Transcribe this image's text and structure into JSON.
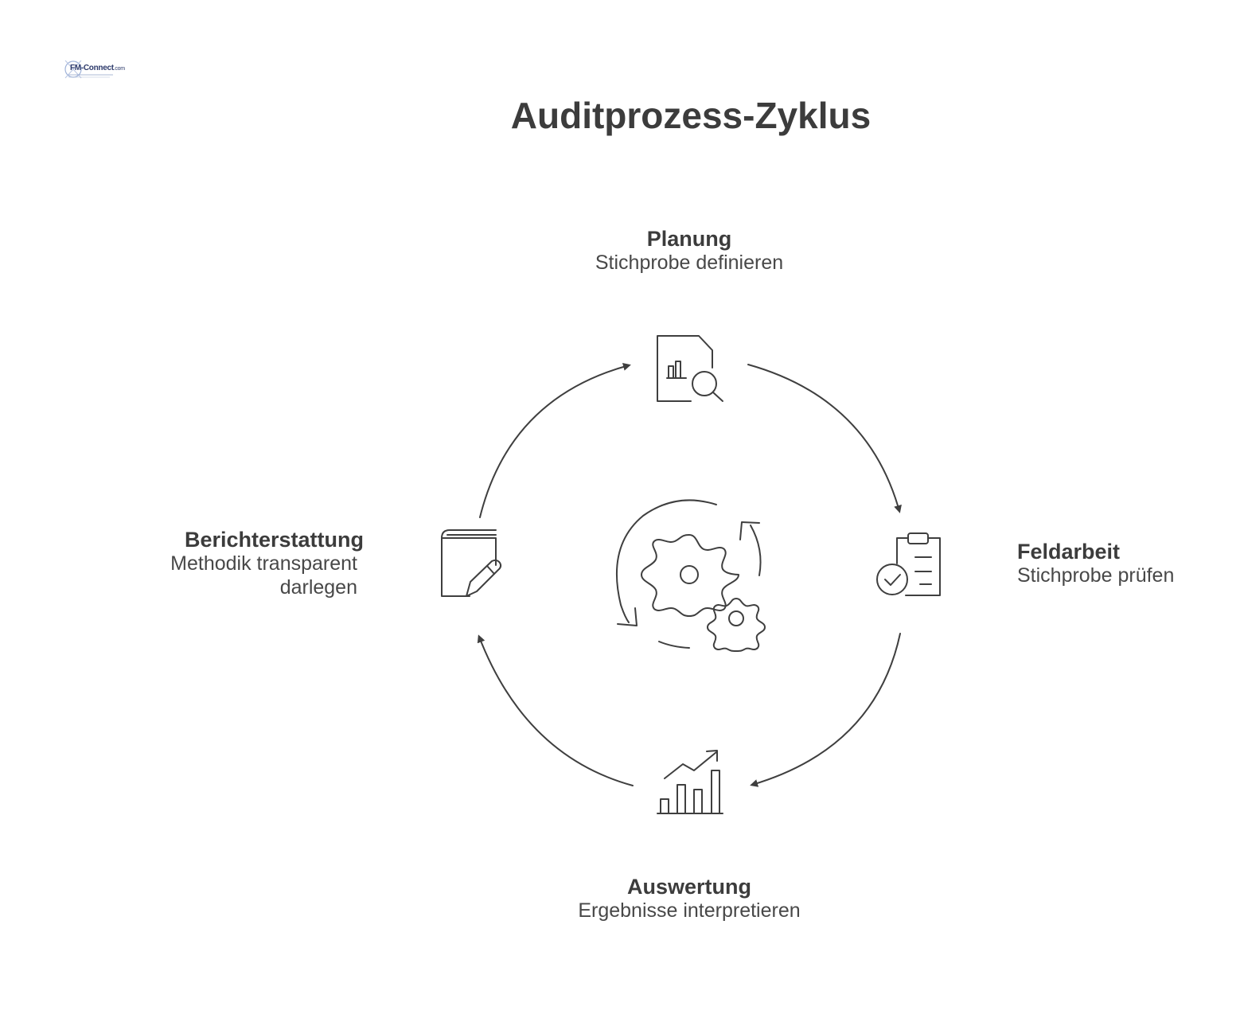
{
  "logo": {
    "text": "FM-Connect",
    "suffix": ".com"
  },
  "title": "Auditprozess-Zyklus",
  "steps": {
    "planung": {
      "title": "Planung",
      "subtitle": "Stichprobe definieren",
      "icon": "report-search-icon"
    },
    "feldarbeit": {
      "title": "Feldarbeit",
      "subtitle": "Stichprobe prüfen",
      "icon": "clipboard-check-icon"
    },
    "auswertung": {
      "title": "Auswertung",
      "subtitle": "Ergebnisse interpretieren",
      "icon": "bar-chart-trend-icon"
    },
    "berichterstattung": {
      "title": "Berichterstattung",
      "subtitle_line1": "Methodik transparent",
      "subtitle_line2": "darlegen",
      "icon": "notebook-pencil-icon"
    }
  },
  "center_icon": "gears-cycle-icon",
  "colors": {
    "stroke": "#3f3f3f",
    "text": "#3c3c3c",
    "background": "#ffffff"
  }
}
